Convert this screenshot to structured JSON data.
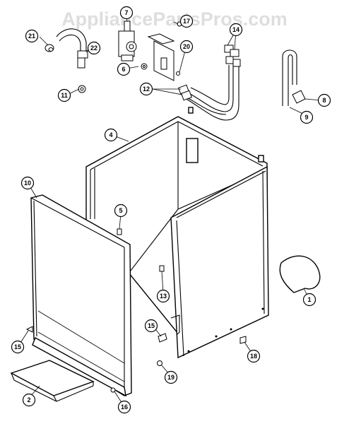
{
  "watermark": "AppliancePartsPros.com",
  "callouts": [
    {
      "id": "c1",
      "label": "1"
    },
    {
      "id": "c2",
      "label": "2"
    },
    {
      "id": "c4",
      "label": "4"
    },
    {
      "id": "c5",
      "label": "5"
    },
    {
      "id": "c6",
      "label": "6"
    },
    {
      "id": "c7",
      "label": "7"
    },
    {
      "id": "c8",
      "label": "8"
    },
    {
      "id": "c9",
      "label": "9"
    },
    {
      "id": "c10",
      "label": "10"
    },
    {
      "id": "c11",
      "label": "11"
    },
    {
      "id": "c12",
      "label": "12"
    },
    {
      "id": "c13",
      "label": "13"
    },
    {
      "id": "c14",
      "label": "14"
    },
    {
      "id": "c15a",
      "label": "15"
    },
    {
      "id": "c15b",
      "label": "15"
    },
    {
      "id": "c16",
      "label": "16"
    },
    {
      "id": "c17",
      "label": "17"
    },
    {
      "id": "c18",
      "label": "18"
    },
    {
      "id": "c19",
      "label": "19"
    },
    {
      "id": "c20",
      "label": "20"
    },
    {
      "id": "c21",
      "label": "21"
    },
    {
      "id": "c22",
      "label": "22"
    }
  ]
}
